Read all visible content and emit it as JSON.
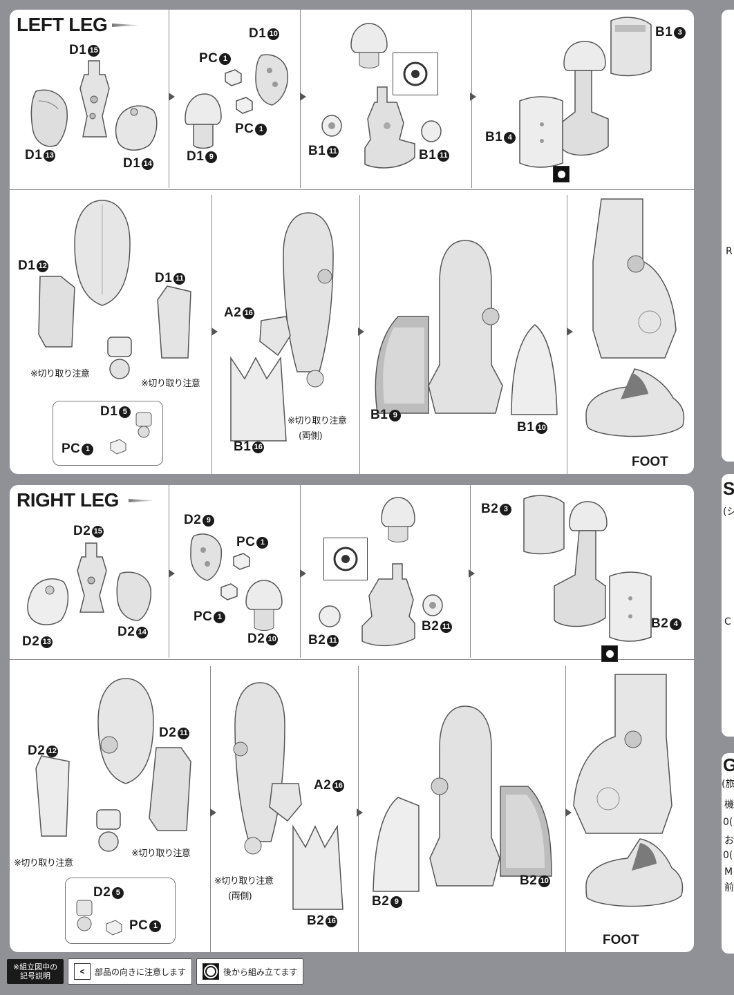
{
  "left_leg": {
    "title": "LEFT LEG",
    "labels": {
      "d1_15": {
        "prefix": "D1",
        "num": "15"
      },
      "d1_13": {
        "prefix": "D1",
        "num": "13"
      },
      "d1_14": {
        "prefix": "D1",
        "num": "14"
      },
      "d1_10": {
        "prefix": "D1",
        "num": "10"
      },
      "pc1_a": {
        "prefix": "PC",
        "num": "1"
      },
      "pc1_b": {
        "prefix": "PC",
        "num": "1"
      },
      "d1_9": {
        "prefix": "D1",
        "num": "9"
      },
      "b1_11_a": {
        "prefix": "B1",
        "num": "11"
      },
      "b1_11_b": {
        "prefix": "B1",
        "num": "11"
      },
      "b1_3": {
        "prefix": "B1",
        "num": "3"
      },
      "b1_4": {
        "prefix": "B1",
        "num": "4"
      },
      "d1_12": {
        "prefix": "D1",
        "num": "12"
      },
      "d1_11": {
        "prefix": "D1",
        "num": "11"
      },
      "d1_5": {
        "prefix": "D1",
        "num": "5"
      },
      "pc1_c": {
        "prefix": "PC",
        "num": "1"
      },
      "a2_16": {
        "prefix": "A2",
        "num": "16"
      },
      "b1_16": {
        "prefix": "B1",
        "num": "16"
      },
      "b1_9": {
        "prefix": "B1",
        "num": "9"
      },
      "b1_10": {
        "prefix": "B1",
        "num": "10"
      }
    },
    "notes": {
      "cut_a": "※切り取り注意",
      "cut_b": "※切り取り注意",
      "cut_c": "※切り取り注意",
      "both_sides": "(両側)"
    },
    "foot": "FOOT"
  },
  "right_leg": {
    "title": "RIGHT LEG",
    "labels": {
      "d2_15": {
        "prefix": "D2",
        "num": "15"
      },
      "d2_13": {
        "prefix": "D2",
        "num": "13"
      },
      "d2_14": {
        "prefix": "D2",
        "num": "14"
      },
      "d2_9": {
        "prefix": "D2",
        "num": "9"
      },
      "pc1_a": {
        "prefix": "PC",
        "num": "1"
      },
      "pc1_b": {
        "prefix": "PC",
        "num": "1"
      },
      "d2_10": {
        "prefix": "D2",
        "num": "10"
      },
      "b2_11_a": {
        "prefix": "B2",
        "num": "11"
      },
      "b2_11_b": {
        "prefix": "B2",
        "num": "11"
      },
      "b2_3": {
        "prefix": "B2",
        "num": "3"
      },
      "b2_4": {
        "prefix": "B2",
        "num": "4"
      },
      "d2_12": {
        "prefix": "D2",
        "num": "12"
      },
      "d2_11": {
        "prefix": "D2",
        "num": "11"
      },
      "d2_5": {
        "prefix": "D2",
        "num": "5"
      },
      "pc1_c": {
        "prefix": "PC",
        "num": "1"
      },
      "a2_16": {
        "prefix": "A2",
        "num": "16"
      },
      "b2_16": {
        "prefix": "B2",
        "num": "16"
      },
      "b2_9": {
        "prefix": "B2",
        "num": "9"
      },
      "b2_10": {
        "prefix": "B2",
        "num": "10"
      }
    },
    "notes": {
      "cut_a": "※切り取り注意",
      "cut_b": "※切り取り注意",
      "cut_c": "※切り取り注意",
      "both_sides": "(両側)"
    },
    "foot": "FOOT"
  },
  "right_strip": {
    "letter_r": "R",
    "letter_s": "S",
    "s_sub": "(シ",
    "letter_c": "C",
    "letter_g": "G",
    "g_sub": "(旅",
    "g_lines": [
      "機",
      "0(",
      "お",
      "0(",
      "M",
      "前"
    ]
  },
  "legend": {
    "title_line1": "※組立図中の",
    "title_line2": "記号説明",
    "item1_symbol": "<",
    "item1_text": "部品の向きに注意します",
    "item2_text": "後から組み立てます"
  }
}
